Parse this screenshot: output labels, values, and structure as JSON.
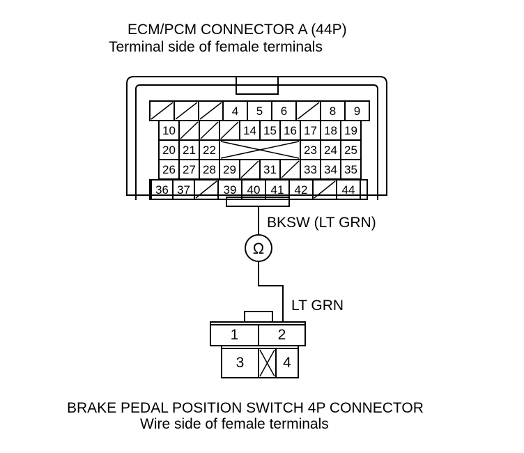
{
  "ecm": {
    "title": "ECM/PCM CONNECTOR A (44P)",
    "subtitle": "Terminal side of female terminals",
    "rows": [
      [
        "/",
        "/",
        "/",
        "4",
        "5",
        "6",
        "/",
        "8",
        "9"
      ],
      [
        "10",
        "/",
        "/",
        "/",
        "14",
        "15",
        "16",
        "17",
        "18",
        "19"
      ],
      [
        "20",
        "21",
        "22",
        "X",
        "23",
        "24",
        "25"
      ],
      [
        "26",
        "27",
        "28",
        "29",
        "/",
        "31",
        "/",
        "33",
        "34",
        "35"
      ],
      [
        "36",
        "37",
        "/",
        "39",
        "40",
        "41",
        "42",
        "/",
        "44"
      ]
    ]
  },
  "wire_top": {
    "label": "BKSW (LT GRN)"
  },
  "meter": {
    "symbol": "Ω"
  },
  "wire_bottom": {
    "label": "LT GRN"
  },
  "switch": {
    "title": "BRAKE PEDAL POSITION SWITCH 4P CONNECTOR",
    "subtitle": "Wire side of female terminals",
    "pins": [
      "1",
      "2",
      "3",
      "X",
      "4"
    ]
  }
}
